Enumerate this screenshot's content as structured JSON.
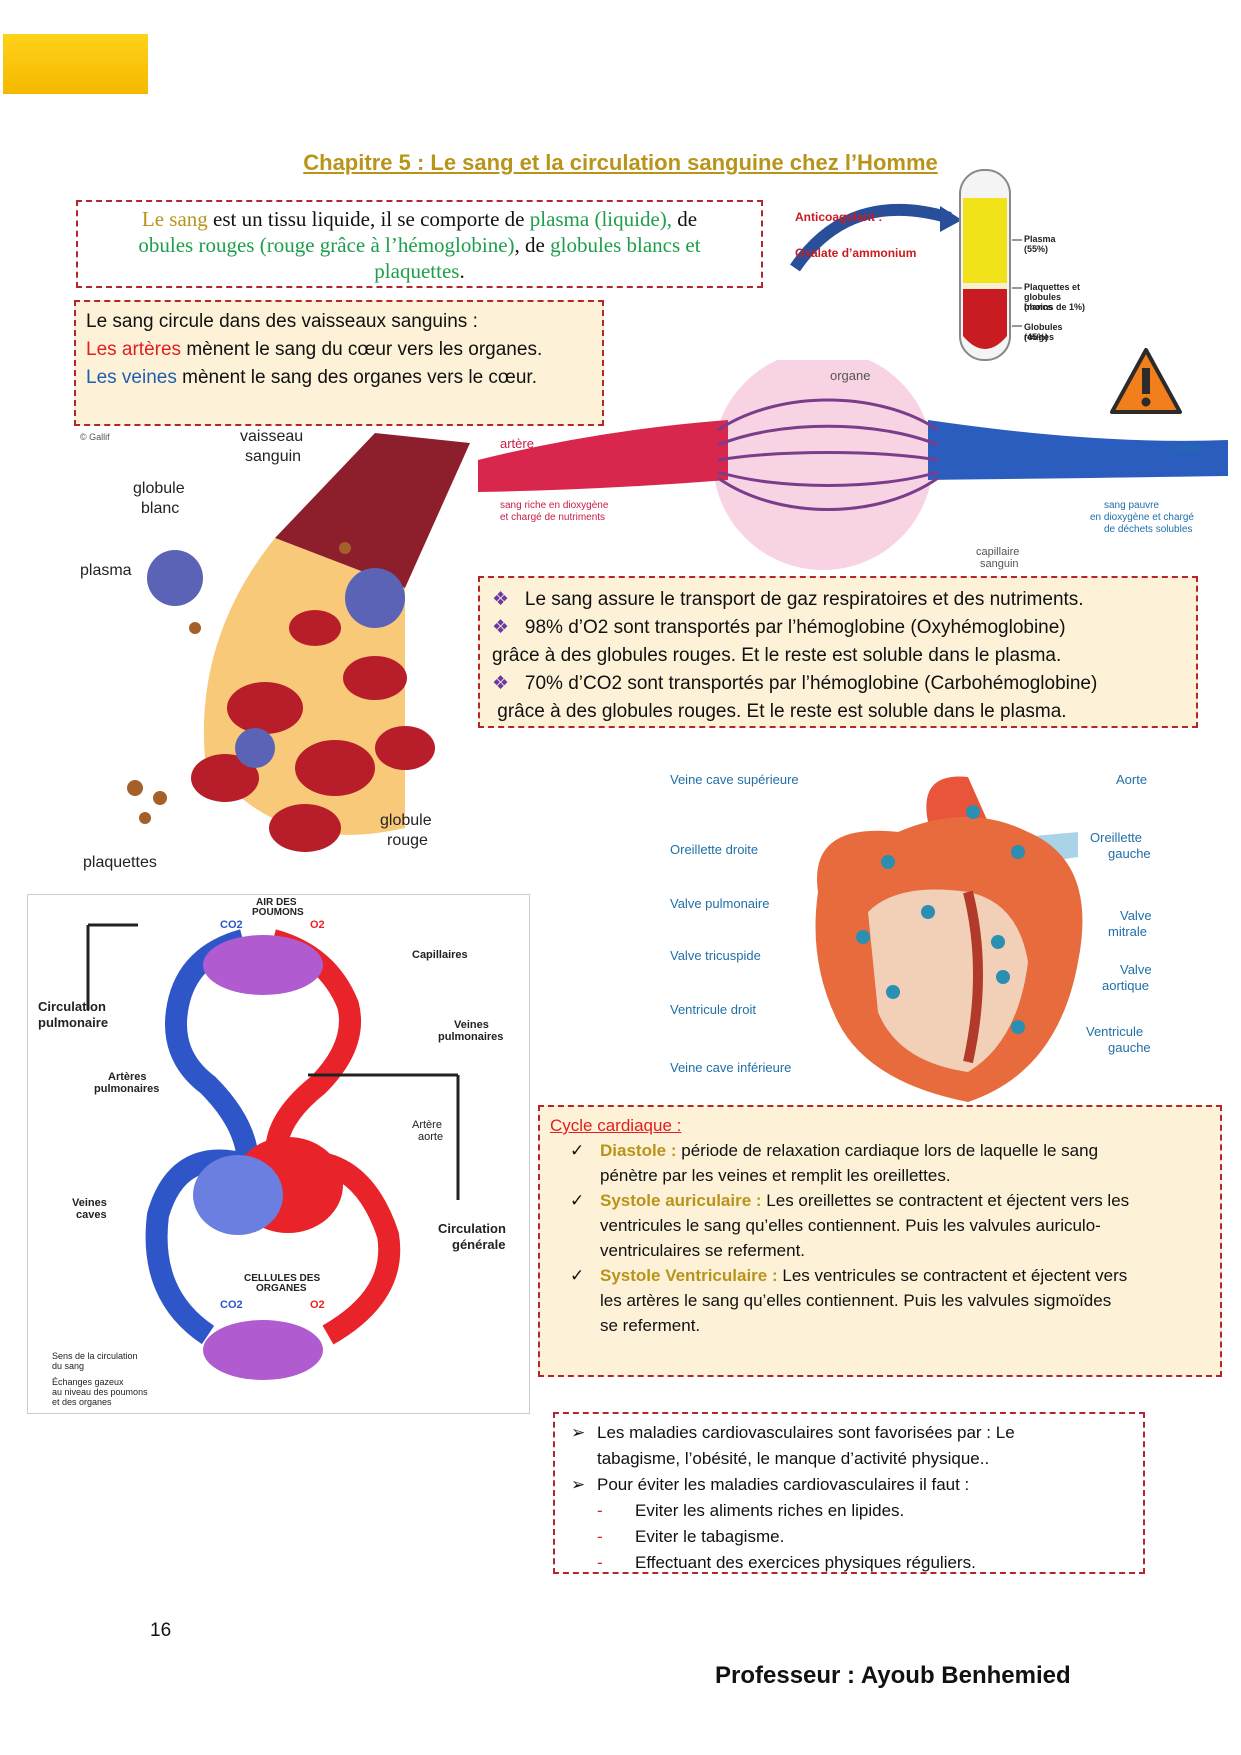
{
  "title": "Chapitre 5 : Le sang et la circulation sanguine chez l’Homme",
  "intro": {
    "t1": "Le sang",
    "t2": " est un tissu liquide, il se comporte de ",
    "t3": "plasma (liquide),",
    "t4": " de",
    "t5": "obules rouges (rouge grâce à l’hémoglobine)",
    "t6": ", de ",
    "t7": "globules blancs et",
    "t8": "plaquettes",
    "t9": "."
  },
  "tube": {
    "anticoag": "Anticoagulant :",
    "oxalate": "Oxalate d’ammonium",
    "plasma": "Plasma",
    "plasma_pct": "(55%)",
    "plaquettes": "Plaquettes et",
    "plaquettes2": "globules blancs",
    "plaquettes3": "(moins de 1%)",
    "globules": "Globules rouges",
    "globules_pct": "(45%)"
  },
  "vessels": {
    "l1": "Le sang circule dans des vaisseaux sanguins :",
    "a1": "Les artères",
    "a2": " mènent le sang du cœur vers les organes.",
    "v1": "Les veines",
    "v2": " mènent le sang des organes vers le cœur."
  },
  "capillary": {
    "organe": "organe",
    "artere": "artère",
    "veine": "veine",
    "left1": "sang riche en dioxygène",
    "left2": "et chargé de nutriments",
    "right1": "sang pauvre",
    "right2": "en dioxygène et chargé",
    "right3": "de déchets solubles",
    "cap1": "capillaire",
    "cap2": "sanguin"
  },
  "blood_fig": {
    "copyright": "© Gallif",
    "vaisseau1": "vaisseau",
    "vaisseau2": "sanguin",
    "globule_blanc1": "globule",
    "globule_blanc2": "blanc",
    "plasma": "plasma",
    "globule_rouge1": "globule",
    "globule_rouge2": "rouge",
    "plaquettes": "plaquettes"
  },
  "transport": {
    "b1": "Le sang assure le transport de gaz respiratoires et des nutriments.",
    "b2": "98% d’O2 sont transportés par l’hémoglobine (Oxyhémoglobine)",
    "b2b": "grâce à des globules rouges. Et le reste est soluble dans le plasma.",
    "b3": "70% d’CO2 sont transportés par l’hémoglobine (Carbohémoglobine)",
    "b3b": " grâce à des globules rouges. Et le reste est soluble dans le plasma."
  },
  "heart": {
    "vcs": "Veine cave supérieure",
    "od": "Oreillette droite",
    "vp": "Valve pulmonaire",
    "vt": "Valve tricuspide",
    "vd": "Ventricule droit",
    "vci": "Veine cave inférieure",
    "aorte": "Aorte",
    "og1": "Oreillette",
    "og2": "gauche",
    "vm1": "Valve",
    "vm2": "mitrale",
    "va1": "Valve",
    "va2": "aortique",
    "vg1": "Ventricule",
    "vg2": "gauche"
  },
  "circulation": {
    "air1": "AIR DES",
    "air2": "POUMONS",
    "capillaires": "Capillaires",
    "circ_pulm1": "Circulation",
    "circ_pulm2": "pulmonaire",
    "veines_pulm1": "Veines",
    "veines_pulm2": "pulmonaires",
    "art_pulm1": "Artères",
    "art_pulm2": "pulmonaires",
    "artere_aorte1": "Artère",
    "artere_aorte2": "aorte",
    "veines_caves1": "Veines",
    "veines_caves2": "caves",
    "circ_gen1": "Circulation",
    "circ_gen2": "générale",
    "cellules1": "CELLULES DES",
    "cellules2": "ORGANES",
    "co2": "CO2",
    "o2": "O2",
    "leg1": "Sens de la circulation",
    "leg1b": "du sang",
    "leg2": "Échanges gazeux",
    "leg2b": "au niveau des poumons",
    "leg2c": "et des organes"
  },
  "cycle": {
    "title": "Cycle cardiaque :",
    "d_t": "Diastole :",
    "d_1": " période de relaxation cardiaque lors de laquelle le sang",
    "d_2": "pénètre par les veines et remplit les oreillettes.",
    "sa_t": "Systole auriculaire :",
    "sa_1": " Les oreillettes se contractent et éjectent vers les",
    "sa_2": "ventricules le sang qu’elles contiennent. Puis les valvules auriculo-",
    "sa_3": "ventriculaires se referment.",
    "sv_t": "Systole Ventriculaire :",
    "sv_1": " Les ventricules se contractent et éjectent vers",
    "sv_2": "les artères le sang qu’elles contiennent. Puis les valvules sigmoïdes",
    "sv_3": "se referment."
  },
  "diseases": {
    "p1": "Les maladies cardiovasculaires sont favorisées par : Le",
    "p1b": "tabagisme, l’obésité, le manque d’activité physique..",
    "p2": "Pour éviter les maladies cardiovasculaires il faut :",
    "i1": "Eviter les aliments riches en lipides.",
    "i2": "Eviter le tabagisme.",
    "i3": "Effectuant des exercices physiques réguliers."
  },
  "page_number": "16",
  "author": "Professeur : Ayoub Benhemied",
  "colors": {
    "accent": "#b3262c",
    "box_bg": "#fdf1d7",
    "gold": "#b8941a",
    "green": "#1e9e4a"
  }
}
